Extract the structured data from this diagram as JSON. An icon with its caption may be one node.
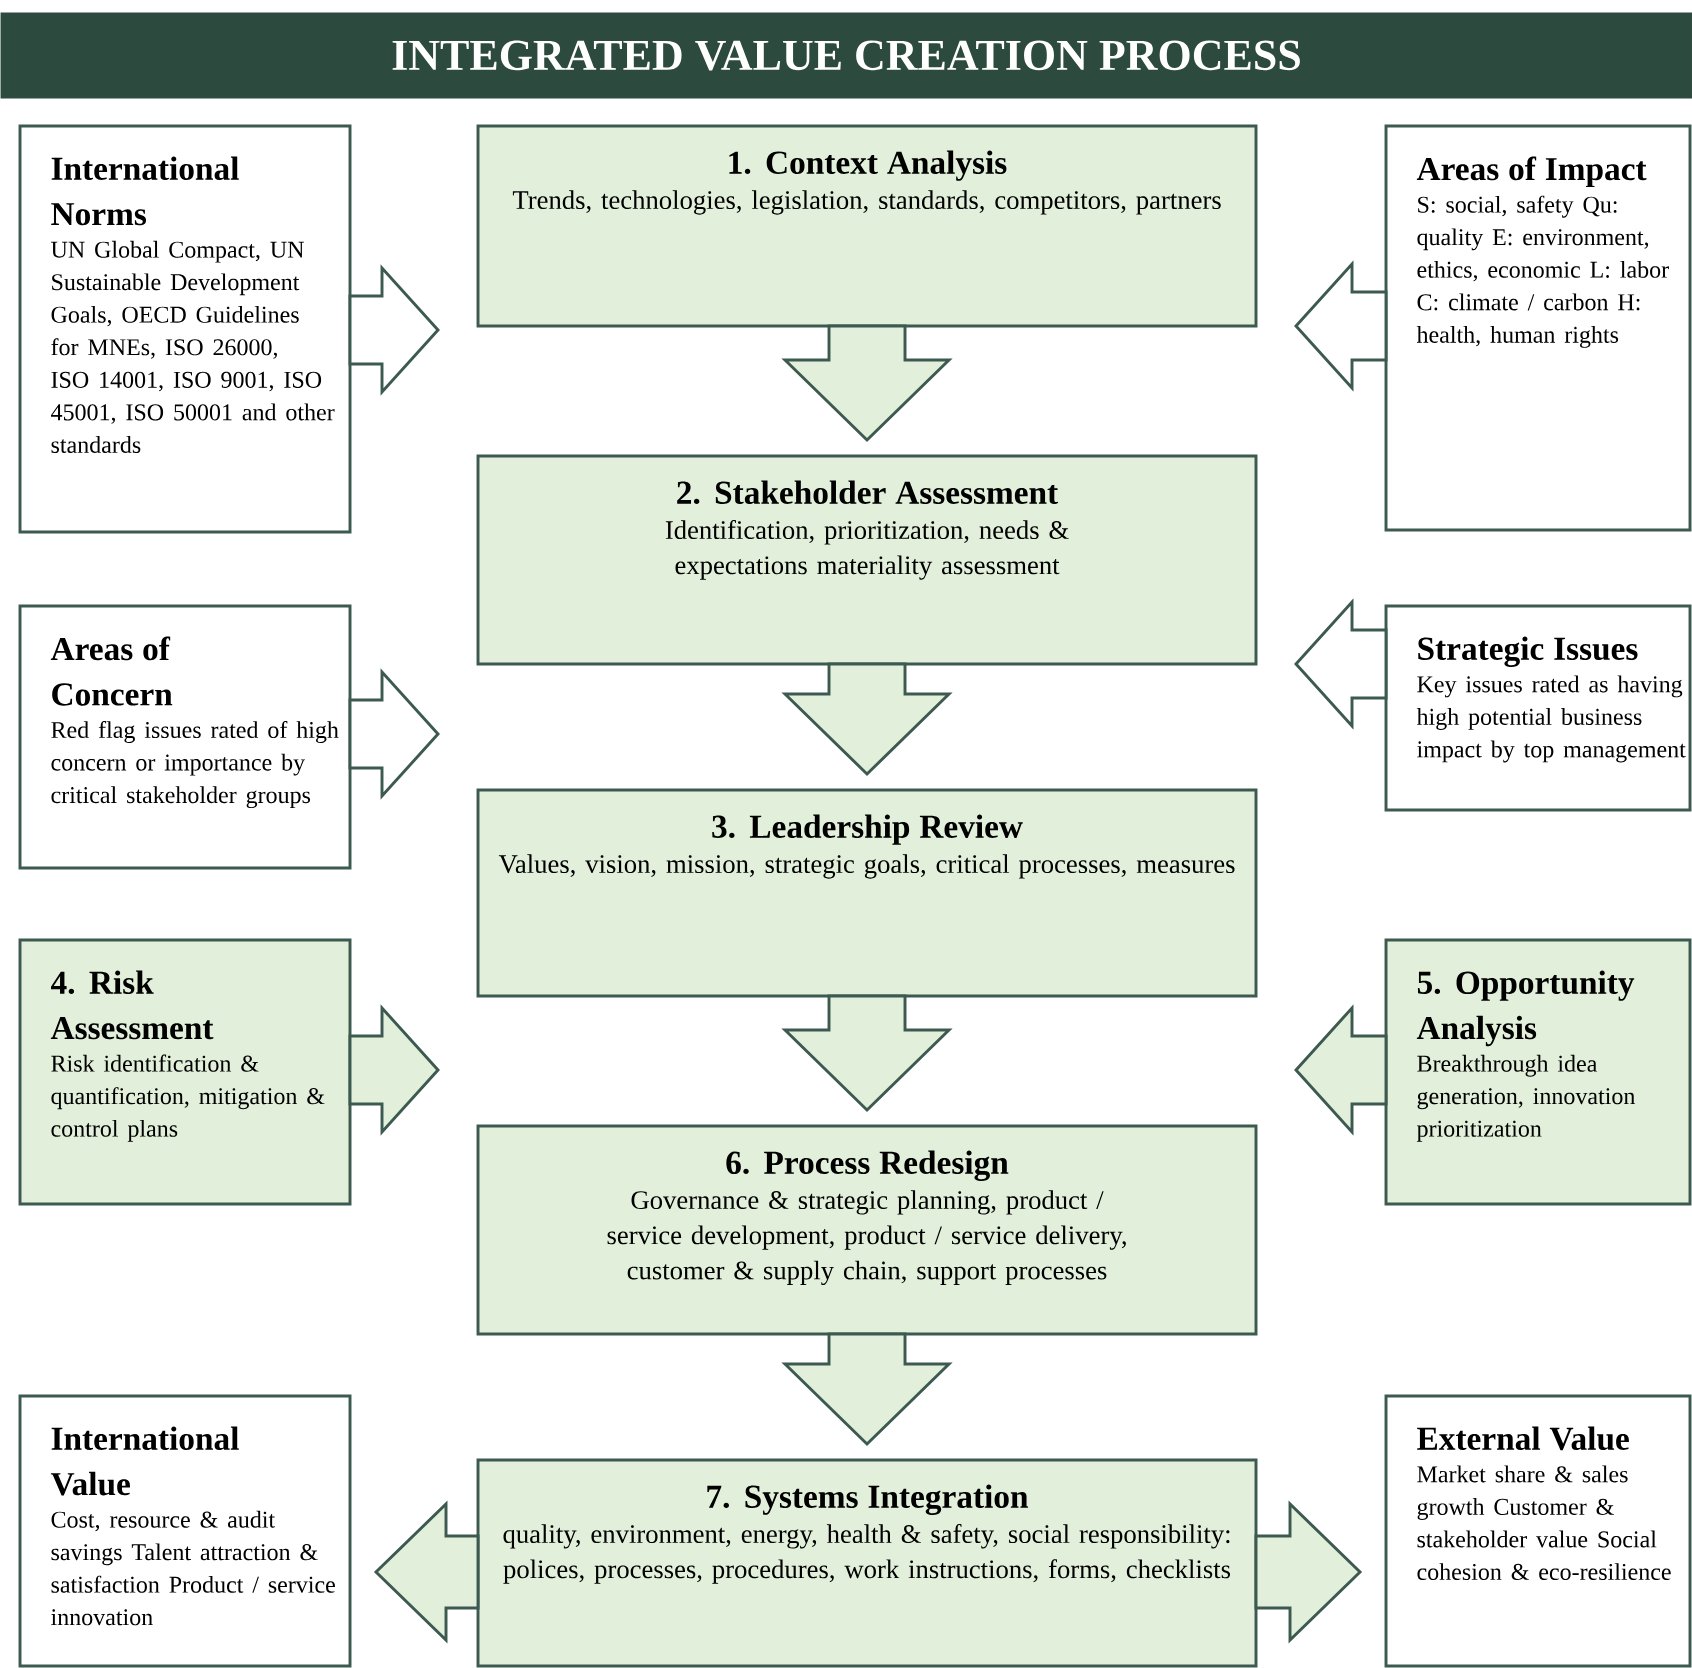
{
  "diagram": {
    "title": "INTEGRATED VALUE CREATION PROCESS",
    "nodes": [
      {
        "text": [
          "International Norms",
          "UN Global Compact, UN Sustainable Development Goals, OECD Guidelines for MNEs, ISO 26000, ISO 14001, ISO 9001, ISO 45001, ISO 50001 and other standards"
        ]
      },
      {
        "text": [
          "1. Context Analysis",
          "Trends, technologies, legislation, standards, competitors, partners"
        ]
      },
      {
        "text": [
          "Areas of Impact",
          "S: social, safety Qu: quality E: environment, ethics, economic L: labor C: climate / carbon H: health, human rights"
        ]
      },
      {
        "text": [
          "2. Stakeholder Assessment",
          "Identification, prioritization, needs & expectations materiality assessment"
        ]
      },
      {
        "text": [
          "Areas of Concern",
          "Red flag issues rated of high concern or importance by critical stakeholder groups"
        ]
      },
      {
        "text": [
          "Strategic Issues",
          "Key issues rated as having high potential business impact by top management"
        ]
      },
      {
        "text": [
          "3. Leadership Review",
          "Values, vision, mission, strategic goals, critical processes, measures"
        ]
      },
      {
        "text": [
          "4. Risk Assessment",
          "Risk identification & quantification, mitigation & control plans"
        ]
      },
      {
        "text": [
          "5. Opportunity Analysis",
          "Breakthrough idea generation, innovation prioritization"
        ]
      },
      {
        "text": [
          "6. Process Redesign",
          "Governance & strategic planning, product / service development, product / service delivery, customer & supply chain, support processes"
        ]
      },
      {
        "text": [
          "International Value",
          "Cost, resource & audit savings Talent attraction & satisfaction Product / service innovation"
        ]
      },
      {
        "text": [
          "7. Systems Integration",
          "quality, environment, energy, health & safety, social responsibility: polices, processes, procedures, work instructions, forms, checklists"
        ]
      },
      {
        "text": [
          "External Value",
          "Market share & sales growth Customer & stakeholder value Social cohesion & eco-resilience"
        ]
      }
    ],
    "edges": [
      {
        "from": 0,
        "to": 3,
        "arrow": "to"
      },
      {
        "from": 1,
        "to": 3,
        "arrow": "to"
      },
      {
        "from": 2,
        "to": 3,
        "arrow": "to"
      },
      {
        "from": 4,
        "to": 6,
        "arrow": "to"
      },
      {
        "from": 3,
        "to": 6,
        "arrow": "to"
      },
      {
        "from": 5,
        "to": 6,
        "arrow": "to"
      },
      {
        "from": 7,
        "to": 9,
        "arrow": "to"
      },
      {
        "from": 6,
        "to": 9,
        "arrow": "to"
      },
      {
        "from": 8,
        "to": 9,
        "arrow": "to"
      },
      {
        "from": 9,
        "to": 11,
        "arrow": "to"
      },
      {
        "from": 11,
        "to": 10,
        "arrow": "to"
      },
      {
        "from": 11,
        "to": 12,
        "arrow": "to"
      }
    ]
  }
}
